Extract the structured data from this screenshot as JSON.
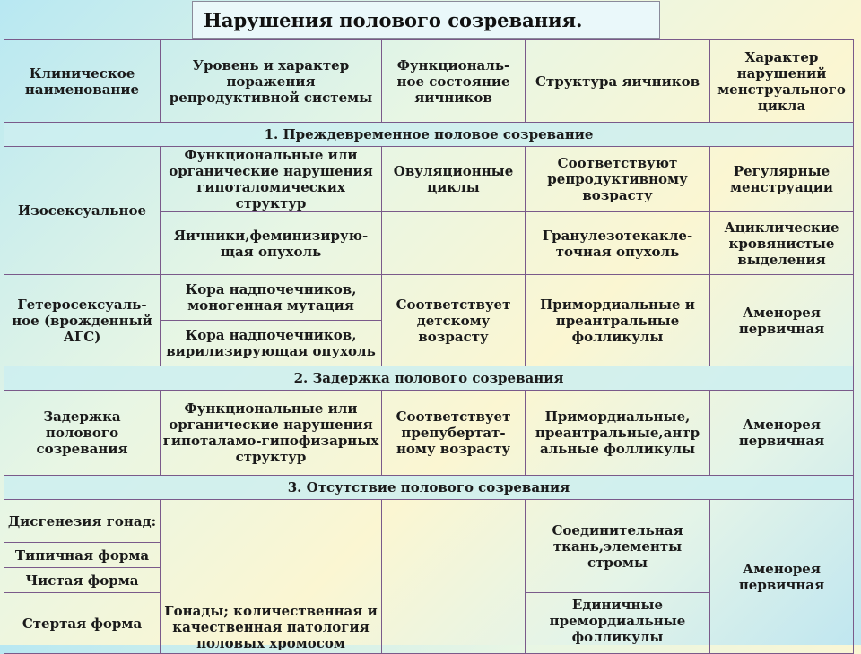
{
  "title": "Нарушения полового созревания.",
  "header": {
    "col1": "Клиническое наименование",
    "col2": "Уровень и характер поражения репродуктивной системы",
    "col3": "Функциональ-ное состояние яичников",
    "col4": "Структура яичников",
    "col5": "Характер нарушений менструального цикла"
  },
  "section1": {
    "title": "1. Преждевременное половое созревание",
    "iso": {
      "name": "Изосексуальное",
      "level_a": "Функциональные или органические нарушения гипоталомических структур",
      "func_a": "Овуляционные циклы",
      "struct_a": "Соответствуют репродуктивному возрасту",
      "menses_a": "Регулярные менструации",
      "level_b": "Яичники,феминизирую-щая опухоль",
      "func_b": "",
      "struct_b": "Гранулезотекакле-точная опухоль",
      "menses_b": "Ациклические кровянистые выделения"
    },
    "hetero": {
      "name": "Гетеросексуаль-ное (врожденный АГС)",
      "level_a": "Кора надпочечников, моногенная мутация",
      "level_b": "Кора надпочечников, вирилизирующая опухоль",
      "func": "Соответствует детскому возрасту",
      "struct": "Примордиальные и преантральные фолликулы",
      "menses": "Аменорея первичная"
    }
  },
  "section2": {
    "title": "2. Задержка полового созревания",
    "name": "Задержка полового созревания",
    "level": "Функциональные или органические нарушения гипоталамо-гипофизарных структур",
    "func": "Соответствует препубертат-ному возрасту",
    "struct": "Примордиальные, преантральные,антр альные фолликулы",
    "menses": "Аменорея первичная"
  },
  "section3": {
    "title": "3. Отсутствие полового созревания",
    "name": "Дисгенезия гонад:",
    "forms": [
      "Типичная форма",
      "Чистая форма",
      "Стертая форма"
    ],
    "level": "Гонады; количественная и качественная патология половых хромосом",
    "func": "",
    "struct_a": "Соединительная ткань,элементы стромы",
    "struct_b": "Единичные премордиальные фолликулы",
    "menses": "Аменорея первичная"
  }
}
